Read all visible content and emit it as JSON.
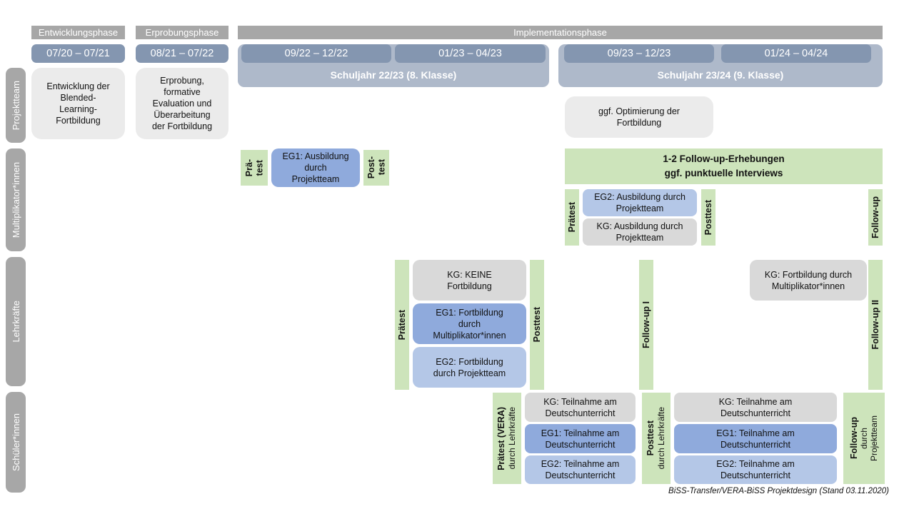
{
  "phases": {
    "entwicklung": "Entwicklungsphase",
    "erprobung": "Erprobungsphase",
    "implementation": "Implementationsphase"
  },
  "timeline": {
    "pills": [
      "07/20 – 07/21",
      "08/21 – 07/22",
      "09/22 – 12/22",
      "01/23 – 04/23",
      "09/23 – 12/23",
      "01/24 – 04/24"
    ],
    "school_years": [
      "Schuljahr 22/23 (8. Klasse)",
      "Schuljahr 23/24 (9. Klasse)"
    ]
  },
  "sidebar": {
    "rows": [
      "Projektteam",
      "Multiplikator*innen",
      "Lehrkräfte",
      "Schüler*innen"
    ]
  },
  "projektteam": {
    "entwicklung_box": "Entwicklung der\nBlended-\nLearning-\nFortbildung",
    "erprobung_box": "Erprobung,\nformative\nEvaluation und\nÜberarbeitung\nder Fortbildung",
    "optimierung_box": "ggf. Optimierung der\nFortbildung"
  },
  "multiplikatoren": {
    "praetest_split": "Prä-\ntest",
    "eg1_box": "EG1: Ausbildung\ndurch\nProjektteam",
    "posttest_split": "Post-\ntest",
    "followup_box": "1-2 Follow-up-Erhebungen\nggf. punktuelle Interviews",
    "praetest": "Prätest",
    "eg2_box": "EG2: Ausbildung durch\nProjektteam",
    "kg_box": "KG: Ausbildung durch\nProjektteam",
    "posttest": "Posttest",
    "followup": "Follow-up"
  },
  "lehrkraefte": {
    "praetest": "Prätest",
    "kg_box": "KG: KEINE\nFortbildung",
    "eg1_box": "EG1: Fortbildung\ndurch\nMultiplikator*innen",
    "eg2_box": "EG2: Fortbildung\ndurch Projektteam",
    "posttest": "Posttest",
    "followup1": "Follow-up I",
    "kg2_box": "KG: Fortbildung durch\nMultiplikator*innen",
    "followup2": "Follow-up II"
  },
  "schueler": {
    "praetest_main": "Prätest (VERA)",
    "praetest_sub": "durch Lehrkräfte",
    "kg_box": "KG: Teilnahme am\nDeutschunterricht",
    "eg1_box": "EG1: Teilnahme am\nDeutschunterricht",
    "eg2_box": "EG2: Teilnahme am\nDeutschunterricht",
    "posttest_main": "Posttest",
    "posttest_sub": "durch Lehrkräfte",
    "kg2_box": "KG: Teilnahme am\nDeutschunterricht",
    "eg1_2_box": "EG1: Teilnahme am\nDeutschunterricht",
    "eg2_2_box": "EG2: Teilnahme am\nDeutschunterricht",
    "followup_main": "Follow-up",
    "followup_sub": "durch\nProjektteam"
  },
  "footer": "BiSS-Transfer/VERA-BiSS Projektdesign (Stand 03.11.2020)",
  "colors": {
    "phase_bar": "#a7a7a7",
    "date_pill": "#8496b0",
    "schoolyear_container": "#aeb9ca",
    "light_gray_box": "#ebebeb",
    "kg_box": "#d9d9d9",
    "eg1_box": "#8faadc",
    "eg2_box": "#b4c7e7",
    "green": "#cde4bb"
  }
}
